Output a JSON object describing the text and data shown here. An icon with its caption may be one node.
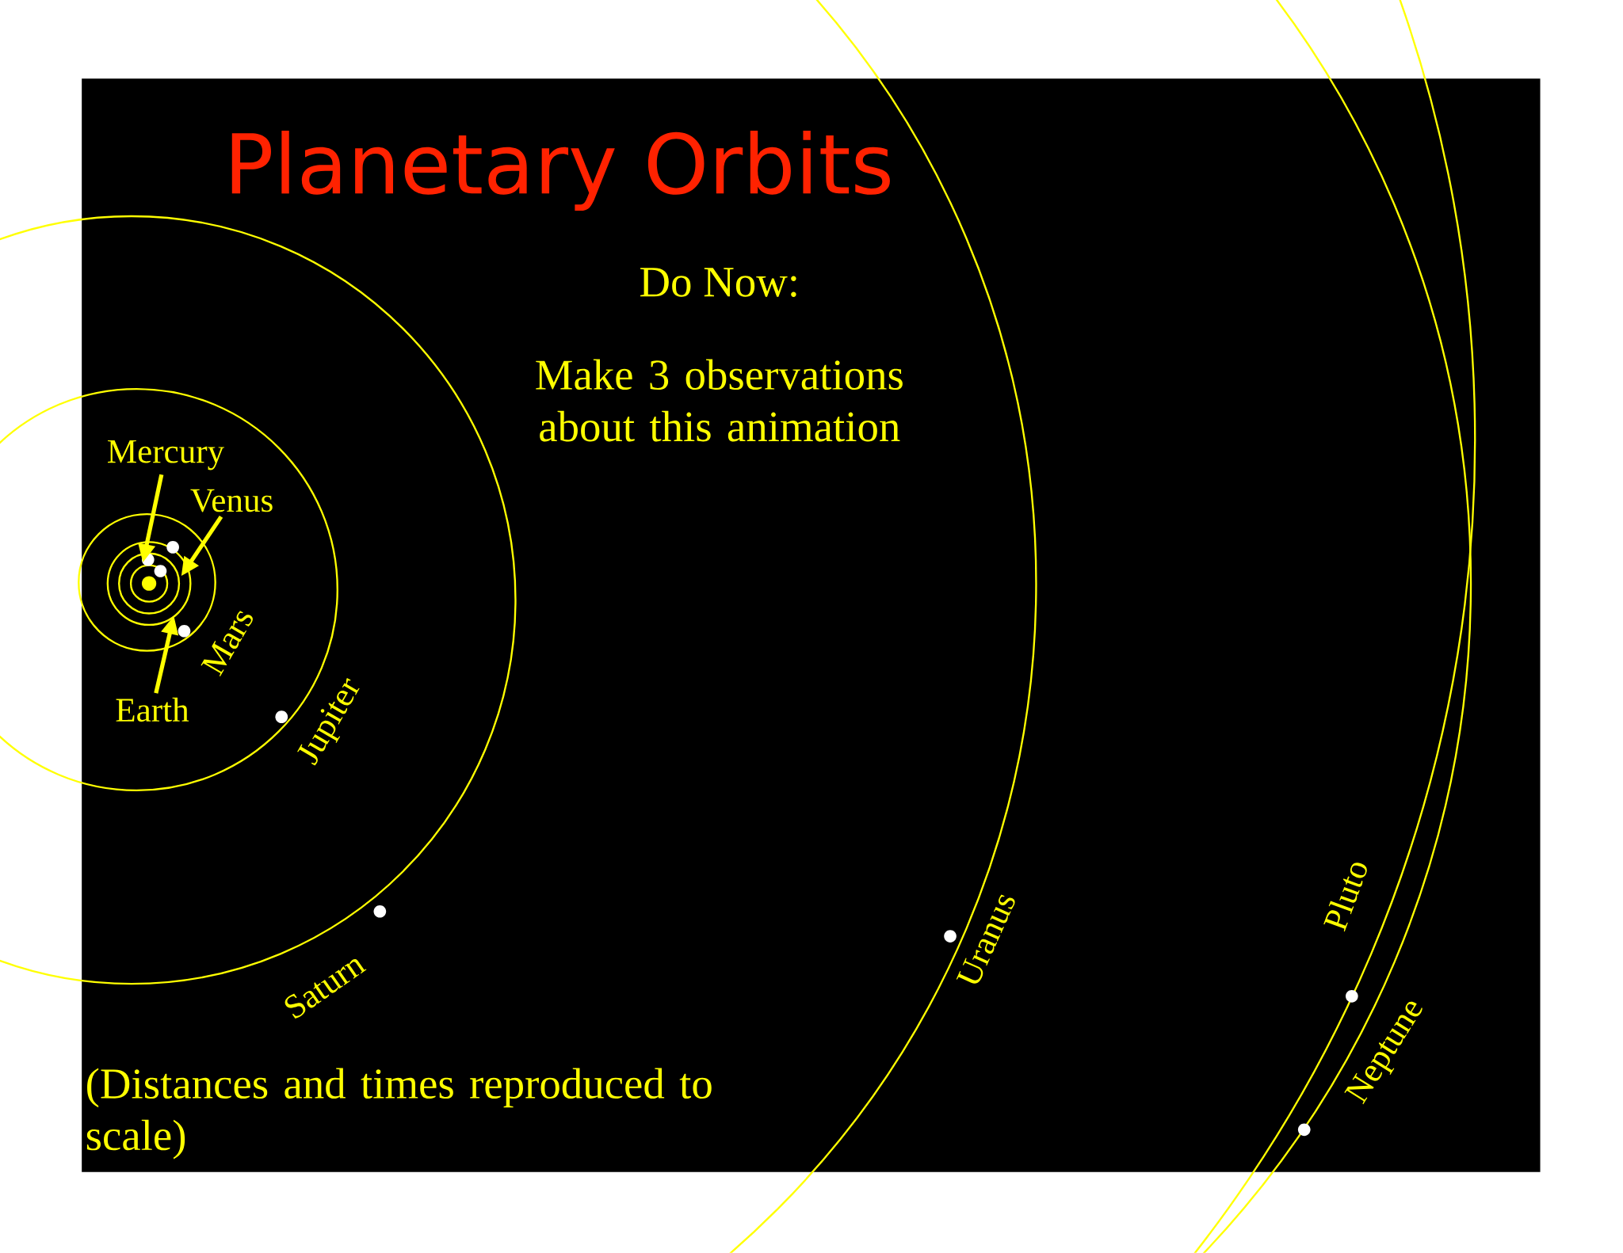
{
  "diagram": {
    "title": "Planetary Orbits",
    "nodes": [
      {
        "text": [
          "Mercury"
        ]
      },
      {
        "text": [
          "Venus"
        ]
      },
      {
        "text": [
          "Earth"
        ]
      }
    ],
    "edges": [
      {
        "from": 0,
        "to": null,
        "arrow": "to"
      },
      {
        "from": 1,
        "to": null,
        "arrow": "to"
      },
      {
        "from": 2,
        "to": null,
        "arrow": "to"
      }
    ],
    "labels": [
      "Do Now:",
      "Make 3 observations about this animation",
      "Mars",
      "Jupiter",
      "Saturn",
      "Uranus",
      "Pluto",
      "Neptune"
    ],
    "caption": "(Distances and times reproduced to scale)"
  }
}
